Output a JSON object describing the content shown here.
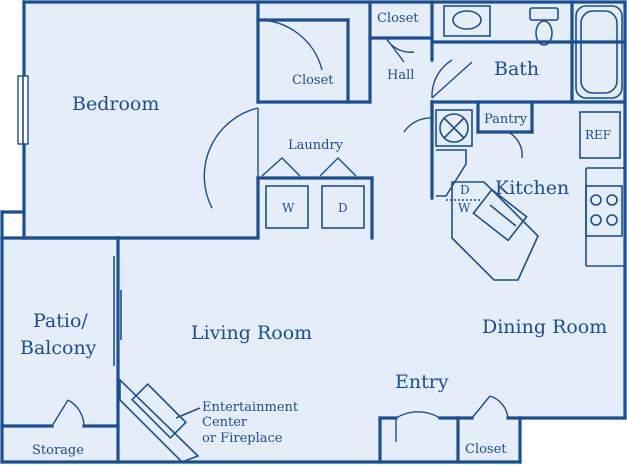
{
  "colors": {
    "floor": "#e5edf8",
    "line": "#1b4f93",
    "label": "#1b4f93"
  },
  "rooms": {
    "bedroom": "Bedroom",
    "bedroom_closet": "Closet",
    "hall_closet": "Closet",
    "hall": "Hall",
    "bath": "Bath",
    "pantry": "Pantry",
    "laundry": "Laundry",
    "kitchen": "Kitchen",
    "patio_line1": "Patio/",
    "patio_line2": "Balcony",
    "living_room": "Living Room",
    "dining_room": "Dining Room",
    "entry": "Entry",
    "storage": "Storage",
    "entry_closet": "Closet"
  },
  "fixtures": {
    "refrigerator": "REF",
    "washer": "W",
    "dryer": "D",
    "dishwasher": "D",
    "kitchen_washer": "W",
    "entertainment_line1": "Entertainment",
    "entertainment_line2": "Center",
    "entertainment_line3": "or Fireplace"
  }
}
